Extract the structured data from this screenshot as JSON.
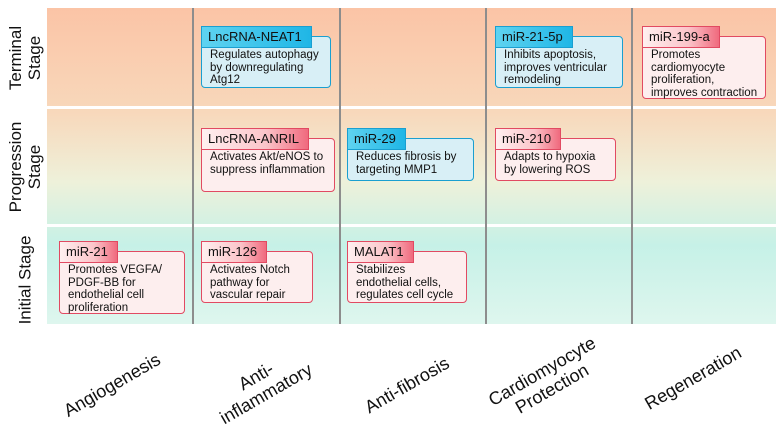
{
  "rows": [
    "Terminal Stage",
    "Progression Stage",
    "Initial Stage"
  ],
  "columns": [
    "Angiogenesis",
    "Anti-inflammatory",
    "Anti-fibrosis",
    "Cardiomyocyte Protection",
    "Regeneration"
  ],
  "cards": [
    {
      "label": "LncRNA-NEAT1",
      "text": "Regulates autophagy by downregulating Atg12",
      "color": "blue",
      "stage": "Terminal Stage",
      "category": "Anti-inflammatory"
    },
    {
      "label": "miR-21-5p",
      "text": "Inhibits apoptosis, improves ventricular remodeling",
      "color": "blue",
      "stage": "Terminal Stage",
      "category": "Cardiomyocyte Protection"
    },
    {
      "label": "miR-199-a",
      "text": "Promotes cardiomyocyte proliferation, improves contraction",
      "color": "red",
      "stage": "Terminal Stage",
      "category": "Regeneration"
    },
    {
      "label": "LncRNA-ANRIL",
      "text": "Activates Akt/eNOS to suppress inflammation",
      "color": "red",
      "stage": "Progression Stage",
      "category": "Anti-inflammatory"
    },
    {
      "label": "miR-29",
      "text": "Reduces fibrosis by targeting MMP1",
      "color": "blue",
      "stage": "Progression Stage",
      "category": "Anti-fibrosis"
    },
    {
      "label": "miR-210",
      "text": "Adapts to hypoxia by lowering ROS",
      "color": "red",
      "stage": "Progression Stage",
      "category": "Cardiomyocyte Protection"
    },
    {
      "label": "miR-21",
      "text": "Promotes VEGFA/ PDGF-BB for endothelial cell proliferation",
      "color": "red",
      "stage": "Initial Stage",
      "category": "Angiogenesis"
    },
    {
      "label": "miR-126",
      "text": "Activates Notch pathway for vascular repair",
      "color": "red",
      "stage": "Initial Stage",
      "category": "Anti-inflammatory"
    },
    {
      "label": "MALAT1",
      "text": "Stabilizes endothelial cells, regulates cell cycle",
      "color": "red",
      "stage": "Initial Stage",
      "category": "Anti-fibrosis"
    }
  ],
  "colors": {
    "red": "#e14a62",
    "blue": "#1fb6e6"
  }
}
